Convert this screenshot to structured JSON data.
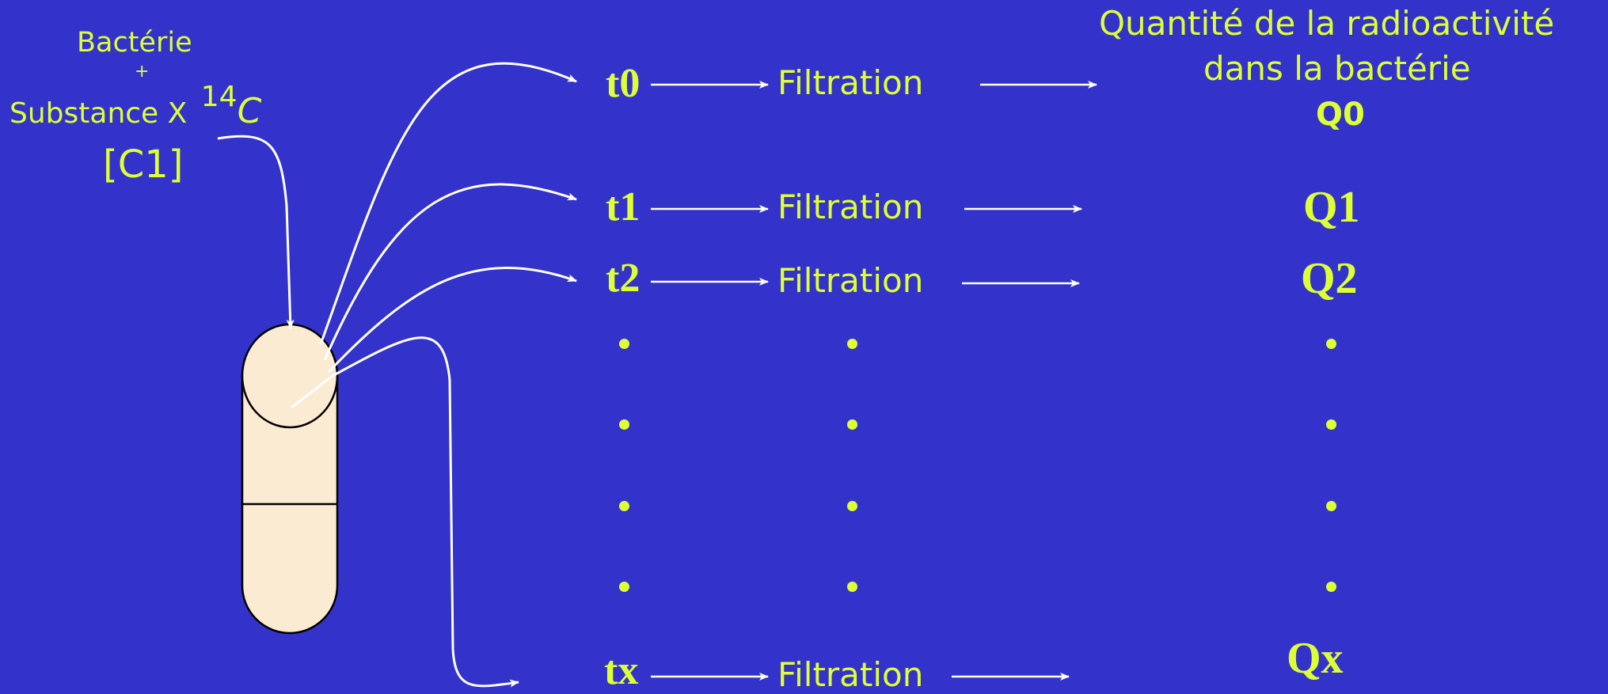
{
  "input_block": {
    "line1": "Bactérie",
    "plus": "+",
    "substance": "Substance X",
    "isotope_sup": "14",
    "isotope_el": "C",
    "concentration": "[C1]"
  },
  "result_header": {
    "line1": "Quantité de la radioactivité",
    "line2": "dans la bactérie"
  },
  "rows": [
    {
      "time": "t0",
      "step": "Filtration",
      "quantity": "Q0"
    },
    {
      "time": "t1",
      "step": "Filtration",
      "quantity": "Q1"
    },
    {
      "time": "t2",
      "step": "Filtration",
      "quantity": "Q2"
    },
    {
      "time": "tx",
      "step": "Filtration",
      "quantity": "Qx"
    }
  ],
  "colors": {
    "background": "#3333CC",
    "text": "#DDFF33",
    "arrows": "#FFFFFF",
    "tube_fill": "#FAEBD2"
  }
}
